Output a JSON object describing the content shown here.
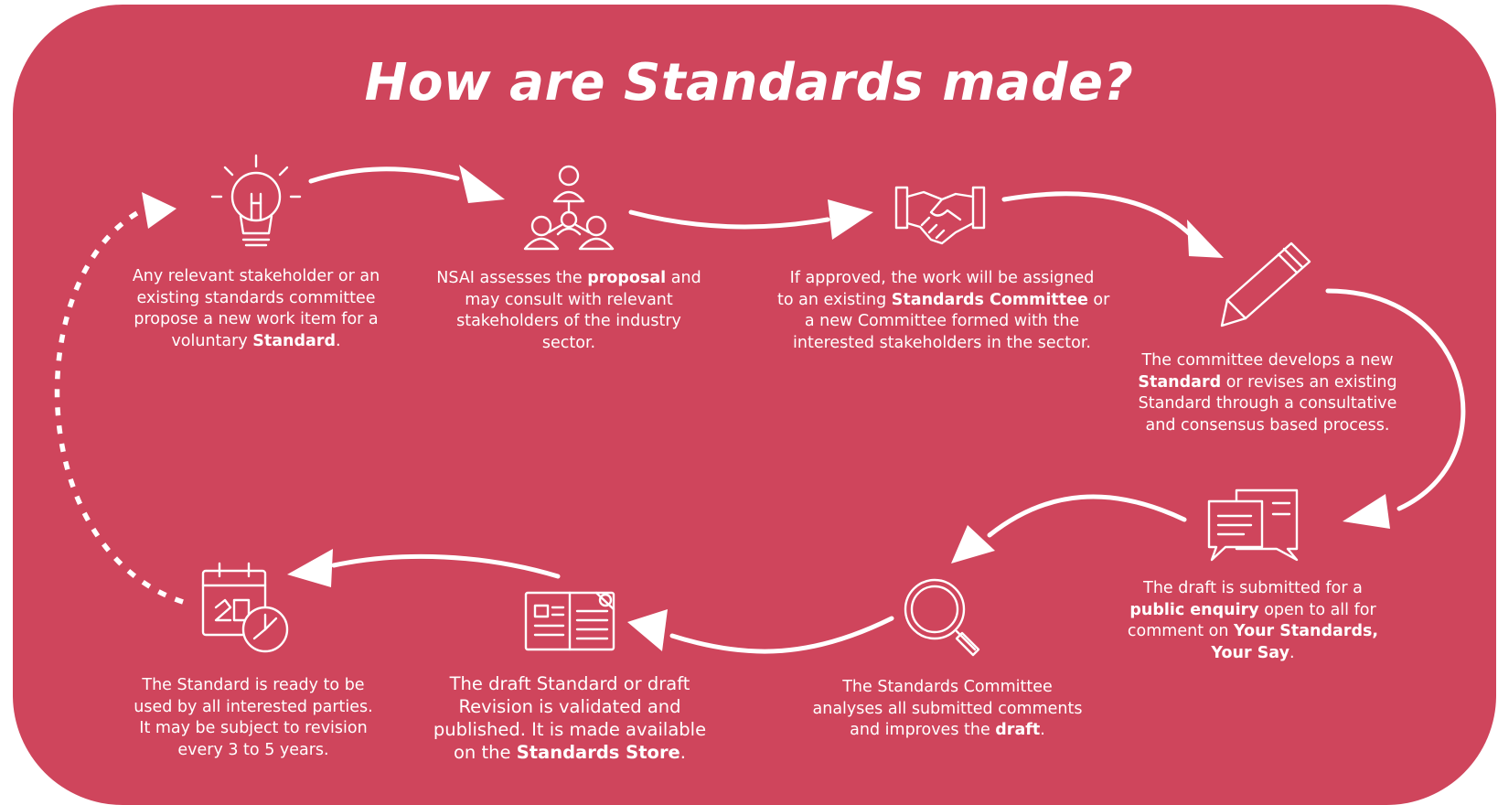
{
  "colors": {
    "background": "#cf455c",
    "foreground": "#ffffff"
  },
  "title": "How are Standards made?",
  "steps": [
    {
      "icon": "lightbulb-icon",
      "lines": [
        [
          {
            "t": "Any relevant stakeholder or an",
            "b": false
          }
        ],
        [
          {
            "t": "existing standards committee",
            "b": false
          }
        ],
        [
          {
            "t": "propose a new work item for a",
            "b": false
          }
        ],
        [
          {
            "t": "voluntary ",
            "b": false
          },
          {
            "t": "Standard",
            "b": true
          },
          {
            "t": ".",
            "b": false
          }
        ]
      ]
    },
    {
      "icon": "org-chart-icon",
      "lines": [
        [
          {
            "t": "NSAI assesses the ",
            "b": false
          },
          {
            "t": "proposal",
            "b": true
          },
          {
            "t": " and",
            "b": false
          }
        ],
        [
          {
            "t": "may consult with relevant",
            "b": false
          }
        ],
        [
          {
            "t": "stakeholders of the industry",
            "b": false
          }
        ],
        [
          {
            "t": "sector.",
            "b": false
          }
        ]
      ]
    },
    {
      "icon": "handshake-icon",
      "lines": [
        [
          {
            "t": "If approved, the work will be assigned",
            "b": false
          }
        ],
        [
          {
            "t": "to an existing ",
            "b": false
          },
          {
            "t": "Standards Committee",
            "b": true
          },
          {
            "t": " or",
            "b": false
          }
        ],
        [
          {
            "t": "a new Committee formed with the",
            "b": false
          }
        ],
        [
          {
            "t": "interested stakeholders in the sector.",
            "b": false
          }
        ]
      ]
    },
    {
      "icon": "pencil-icon",
      "lines": [
        [
          {
            "t": "The committee develops a new",
            "b": false
          }
        ],
        [
          {
            "t": "Standard",
            "b": true
          },
          {
            "t": " or revises an existing",
            "b": false
          }
        ],
        [
          {
            "t": "Standard through a consultative",
            "b": false
          }
        ],
        [
          {
            "t": "and consensus based process.",
            "b": false
          }
        ]
      ]
    },
    {
      "icon": "speech-bubbles-icon",
      "lines": [
        [
          {
            "t": "The draft is submitted for a",
            "b": false
          }
        ],
        [
          {
            "t": "public enquiry",
            "b": true
          },
          {
            "t": " open to all for",
            "b": false
          }
        ],
        [
          {
            "t": "comment on ",
            "b": false
          },
          {
            "t": "Your Standards,",
            "b": true
          }
        ],
        [
          {
            "t": "Your Say",
            "b": true
          },
          {
            "t": ".",
            "b": false
          }
        ]
      ]
    },
    {
      "icon": "magnifier-icon",
      "lines": [
        [
          {
            "t": "The Standards Committee",
            "b": false
          }
        ],
        [
          {
            "t": "analyses all submitted comments",
            "b": false
          }
        ],
        [
          {
            "t": "and improves the ",
            "b": false
          },
          {
            "t": "draft",
            "b": true
          },
          {
            "t": ".",
            "b": false
          }
        ]
      ]
    },
    {
      "icon": "open-book-icon",
      "lines": [
        [
          {
            "t": "The draft Standard or draft",
            "b": false
          }
        ],
        [
          {
            "t": "Revision is validated and",
            "b": false
          }
        ],
        [
          {
            "t": "published. It is made available",
            "b": false
          }
        ],
        [
          {
            "t": "on the ",
            "b": false
          },
          {
            "t": "Standards Store",
            "b": true
          },
          {
            "t": ".",
            "b": false
          }
        ]
      ]
    },
    {
      "icon": "calendar-clock-icon",
      "lines": [
        [
          {
            "t": "The Standard is ready to be",
            "b": false
          }
        ],
        [
          {
            "t": "used by all interested parties.",
            "b": false
          }
        ],
        [
          {
            "t": "It may be subject to revision",
            "b": false
          }
        ],
        [
          {
            "t": "every 3 to 5 years.",
            "b": false
          }
        ]
      ]
    }
  ]
}
